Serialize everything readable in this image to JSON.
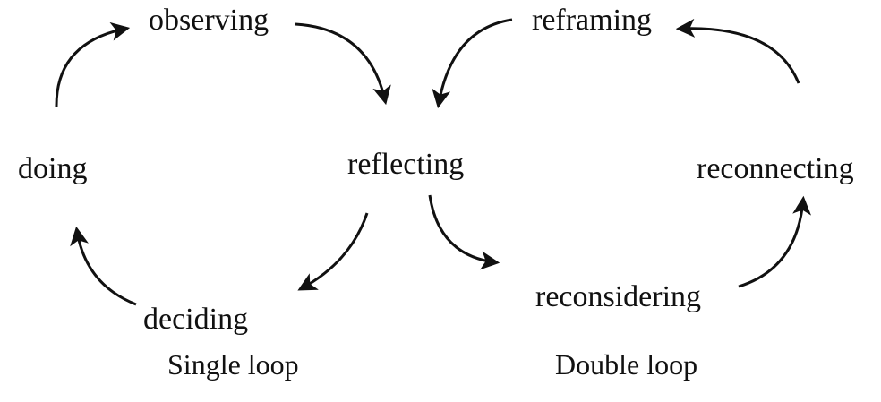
{
  "colors": {
    "ink": "#111111",
    "background": "#ffffff"
  },
  "nodes": {
    "observing": "observing",
    "doing": "doing",
    "deciding": "deciding",
    "reflecting": "reflecting",
    "reframing": "reframing",
    "reconnecting": "reconnecting",
    "reconsidering": "reconsidering"
  },
  "captions": {
    "single_loop": "Single loop",
    "double_loop": "Double loop"
  },
  "edges": [
    {
      "from": "doing",
      "to": "observing"
    },
    {
      "from": "observing",
      "to": "reflecting"
    },
    {
      "from": "reflecting",
      "to": "deciding"
    },
    {
      "from": "deciding",
      "to": "doing"
    },
    {
      "from": "reflecting",
      "to": "reconsidering"
    },
    {
      "from": "reconsidering",
      "to": "reconnecting"
    },
    {
      "from": "reconnecting",
      "to": "reframing"
    },
    {
      "from": "reframing",
      "to": "reflecting"
    }
  ]
}
